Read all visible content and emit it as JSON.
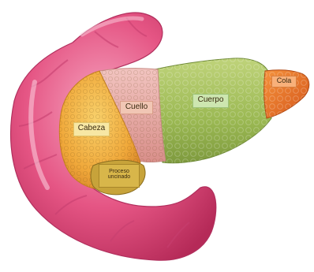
{
  "diagram": {
    "labels": {
      "head": "Cabeza",
      "neck": "Cuello",
      "body": "Cuerpo",
      "tail": "Cola",
      "uncinate_process": "Proceso uncinado"
    }
  },
  "colors": {
    "duodenum": "#e1507e",
    "head": "#f0a83a",
    "neck": "#e4a3a3",
    "body": "#9ab852",
    "tail": "#ea6a24",
    "uncinate": "#c7a33a"
  }
}
